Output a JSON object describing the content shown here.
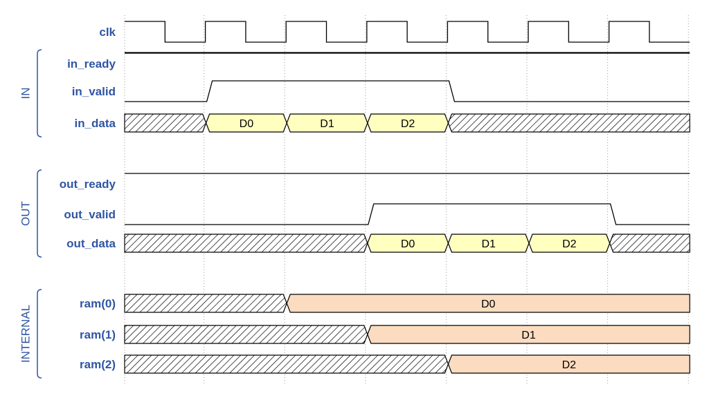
{
  "colors": {
    "label": "#2f55a4",
    "data_fill": "#ffffc0",
    "ram_fill": "#fcdcc0",
    "line": "#000000",
    "hatch": "#000000"
  },
  "groups": [
    {
      "name": "IN",
      "signals": [
        "in_ready",
        "in_valid",
        "in_data"
      ]
    },
    {
      "name": "OUT",
      "signals": [
        "out_ready",
        "out_valid",
        "out_data"
      ]
    },
    {
      "name": "INTERNAL",
      "signals": [
        "ram(0)",
        "ram(1)",
        "ram(2)"
      ]
    }
  ],
  "cycles": 7,
  "signals": [
    {
      "name": "clk",
      "type": "clock"
    },
    {
      "name": "in_ready",
      "type": "bit",
      "levels": [
        1,
        1,
        1,
        1,
        1,
        1,
        1
      ]
    },
    {
      "name": "in_valid",
      "type": "bit",
      "levels": [
        0,
        1,
        1,
        1,
        0,
        0,
        0
      ]
    },
    {
      "name": "in_data",
      "type": "bus",
      "values": [
        null,
        "D0",
        "D1",
        "D2",
        null,
        null,
        null
      ]
    },
    {
      "name": "out_ready",
      "type": "bit",
      "levels": [
        1,
        1,
        1,
        1,
        1,
        1,
        1
      ]
    },
    {
      "name": "out_valid",
      "type": "bit",
      "levels": [
        0,
        0,
        0,
        1,
        1,
        1,
        0
      ]
    },
    {
      "name": "out_data",
      "type": "bus",
      "values": [
        null,
        null,
        null,
        "D0",
        "D1",
        "D2",
        null
      ]
    },
    {
      "name": "ram(0)",
      "type": "bus",
      "values": [
        null,
        null,
        "D0",
        "D0",
        "D0",
        "D0",
        "D0"
      ],
      "fill": "ram"
    },
    {
      "name": "ram(1)",
      "type": "bus",
      "values": [
        null,
        null,
        null,
        "D1",
        "D1",
        "D1",
        "D1"
      ],
      "fill": "ram"
    },
    {
      "name": "ram(2)",
      "type": "bus",
      "values": [
        null,
        null,
        null,
        null,
        "D2",
        "D2",
        "D2"
      ],
      "fill": "ram"
    }
  ]
}
